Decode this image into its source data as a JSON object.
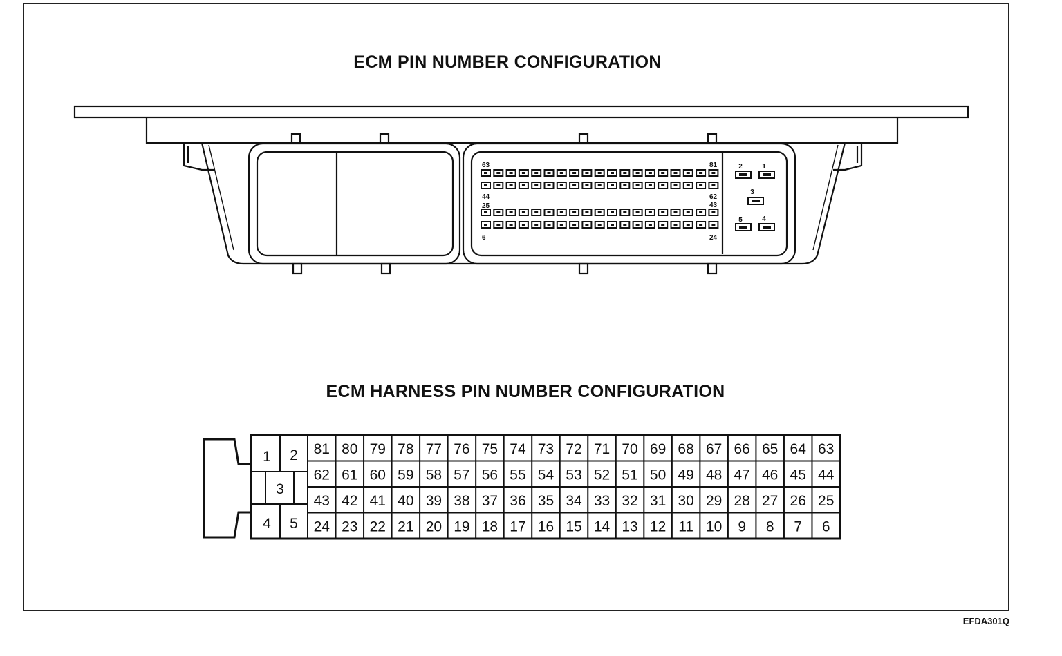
{
  "titles": {
    "ecm": "ECM PIN NUMBER CONFIGURATION",
    "harness": "ECM HARNESS PIN NUMBER CONFIGURATION"
  },
  "figure_code": "EFDA301Q",
  "ecm_connector": {
    "row_end_labels": {
      "row1_left": "63",
      "row1_right": "81",
      "row2_left": "44",
      "row2_right": "62",
      "row3_left": "25",
      "row3_right": "43",
      "row4_left": "6",
      "row4_right": "24"
    },
    "power_pins": [
      "1",
      "2",
      "3",
      "4",
      "5"
    ]
  },
  "harness": {
    "power_pins": [
      "1",
      "2",
      "3",
      "4",
      "5"
    ],
    "rows": [
      [
        "81",
        "80",
        "79",
        "78",
        "77",
        "76",
        "75",
        "74",
        "73",
        "72",
        "71",
        "70",
        "69",
        "68",
        "67",
        "66",
        "65",
        "64",
        "63"
      ],
      [
        "62",
        "61",
        "60",
        "59",
        "58",
        "57",
        "56",
        "55",
        "54",
        "53",
        "52",
        "51",
        "50",
        "49",
        "48",
        "47",
        "46",
        "45",
        "44"
      ],
      [
        "43",
        "42",
        "41",
        "40",
        "39",
        "38",
        "37",
        "36",
        "35",
        "34",
        "33",
        "32",
        "31",
        "30",
        "29",
        "28",
        "27",
        "26",
        "25"
      ],
      [
        "24",
        "23",
        "22",
        "21",
        "20",
        "19",
        "18",
        "17",
        "16",
        "15",
        "14",
        "13",
        "12",
        "11",
        "10",
        "9",
        "8",
        "7",
        "6"
      ]
    ]
  }
}
